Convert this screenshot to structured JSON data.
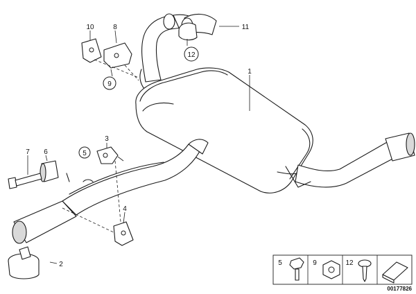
{
  "callouts": {
    "c1": "1",
    "c2": "2",
    "c3": "3",
    "c4": "4",
    "c5": "5",
    "c6": "6",
    "c7": "7",
    "c8": "8",
    "c9": "9",
    "c10": "10",
    "c11": "11",
    "c12": "12"
  },
  "legend": {
    "item_a": "5",
    "item_b": "9",
    "item_c": "12"
  },
  "diagram_id": "00177826"
}
